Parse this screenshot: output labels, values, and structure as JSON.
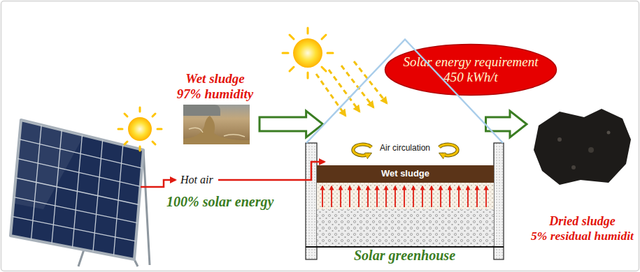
{
  "diagram": {
    "nodes": [
      {
        "text": [
          "Solar energy requirement",
          "450 kWh/t"
        ]
      },
      {
        "text": [
          "Wet sludge",
          "97% humidity"
        ]
      },
      {
        "text": [
          "Solar greenhouse"
        ]
      },
      {
        "text": [
          "Wet sludge"
        ],
        "in": 2
      },
      {
        "text": [
          "Dried sludge",
          "5% residual humidit"
        ]
      }
    ],
    "edges": [
      {
        "from": 1,
        "to": 2,
        "arrow": "to"
      },
      {
        "from": 2,
        "to": 4,
        "arrow": "to"
      }
    ],
    "labels": [
      "Air circulation",
      "Hot air",
      "100% solar energy"
    ]
  }
}
